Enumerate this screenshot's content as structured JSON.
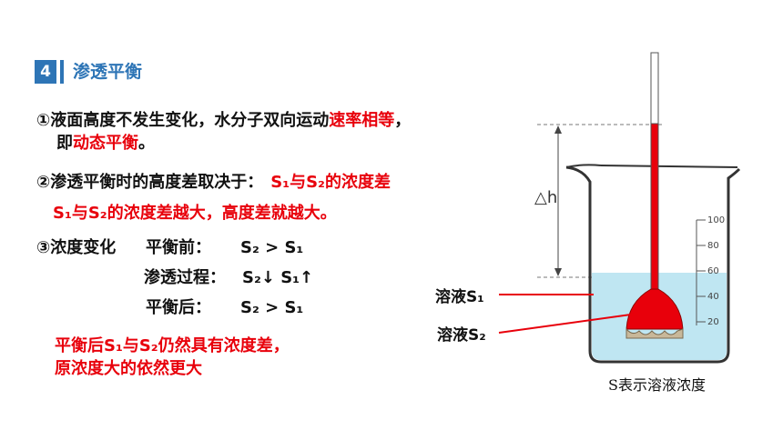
{
  "header": {
    "number": "4",
    "title": "渗透平衡"
  },
  "points": {
    "p1_line1_a": "①液面高度不发生变化，水分子双向运动",
    "p1_line1_b": "速率相等",
    "p1_line1_c": "，",
    "p1_line2_a": "即",
    "p1_line2_b": "动态平衡",
    "p1_line2_c": "。",
    "p2_line1_a": "②渗透平衡时的高度差取决于：",
    "p2_line1_b": "S₁与S₂的浓度差",
    "p2_line2": "S₁与S₂的浓度差越大，高度差就越大。",
    "p3_label": "③浓度变化",
    "p3_before_label": "平衡前：",
    "p3_before_value": "S₂ > S₁",
    "p3_process_label": "渗透过程：",
    "p3_process_value": "S₂↓   S₁↑",
    "p3_after_label": "平衡后：",
    "p3_after_value": "S₂ > S₁",
    "conclusion_line1": "平衡后S₁与S₂仍然具有浓度差，",
    "conclusion_line2": "原浓度大的依然更大"
  },
  "diagram": {
    "delta_h": "△h",
    "solution_s1": "溶液S₁",
    "solution_s2": "溶液S₂",
    "caption": "S表示溶液浓度",
    "scale_ticks": [
      "100",
      "80",
      "60",
      "40",
      "20"
    ]
  }
}
